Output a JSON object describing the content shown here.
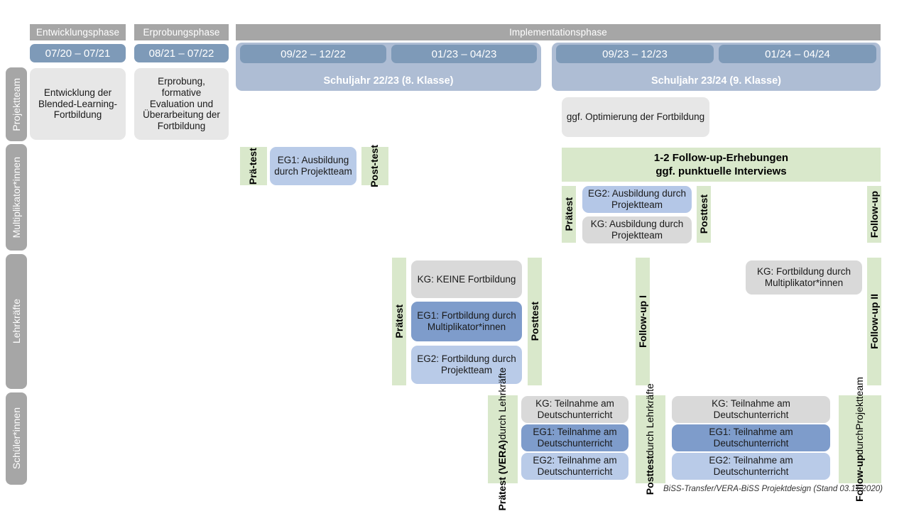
{
  "diagram": {
    "title": "BiSS-Transfer/VERA-BiSS Projektdesign",
    "footer": "BiSS-Transfer/VERA-BiSS Projektdesign (Stand 03.11.2020)",
    "colors": {
      "phase_grey": "#a6a6a6",
      "date_blue": "#7e9ab8",
      "schoolyear_blue": "#aebdd4",
      "green_band": "#d9e8cb",
      "box_grey": "#e7e7e7",
      "box_grey_dark": "#d9d9d9",
      "eg1_blue": "#7e9ccb",
      "eg2_blue": "#b4c7e7"
    }
  },
  "phases": [
    {
      "label": "Entwicklungsphase"
    },
    {
      "label": "Erprobungsphase"
    },
    {
      "label": "Implementationsphase"
    }
  ],
  "date_pills": [
    {
      "label": "07/20 – 07/21"
    },
    {
      "label": "08/21 – 07/22"
    },
    {
      "label": "09/22 – 12/22"
    },
    {
      "label": "01/23 – 04/23"
    },
    {
      "label": "09/23 – 12/23"
    },
    {
      "label": "01/24 – 04/24"
    }
  ],
  "school_years": [
    {
      "label": "Schuljahr 22/23 (8. Klasse)"
    },
    {
      "label": "Schuljahr 23/24 (9. Klasse)"
    }
  ],
  "row_labels": [
    {
      "label": "Projektteam"
    },
    {
      "label": "Multiplikator*innen"
    },
    {
      "label": "Lehrkräfte"
    },
    {
      "label": "Schüler*innen"
    }
  ],
  "rows": {
    "projektteam": {
      "boxes": [
        {
          "text": "Entwicklung der Blended-Learning-Fortbildung"
        },
        {
          "text": "Erprobung, formative Evaluation und Überarbeitung der Fortbildung"
        },
        {
          "text": "ggf. Optimierung der Fortbildung"
        }
      ]
    },
    "multiplikatorinnen": {
      "tests": [
        {
          "main": "Prä-",
          "sub": "test"
        },
        {
          "main": "Post-",
          "sub": "test"
        },
        {
          "main": "Prätest",
          "sub": ""
        },
        {
          "main": "Posttest",
          "sub": ""
        },
        {
          "main": "Follow-up",
          "sub": ""
        }
      ],
      "followup_banner": "1-2 Follow-up-Erhebungen\nggf. punktuelle Interviews",
      "followup_banner_line1": "1-2 Follow-up-Erhebungen",
      "followup_banner_line2": "ggf. punktuelle Interviews",
      "boxes": [
        {
          "text": "EG1: Ausbildung durch Projektteam"
        },
        {
          "text": "EG2: Ausbildung durch Projektteam"
        },
        {
          "text": "KG: Ausbildung durch Projektteam"
        }
      ]
    },
    "lehrkraefte": {
      "tests": [
        {
          "main": "Prätest",
          "sub": ""
        },
        {
          "main": "Posttest",
          "sub": ""
        },
        {
          "main": "Follow-up I",
          "sub": ""
        },
        {
          "main": "Follow-up II",
          "sub": ""
        }
      ],
      "boxes": [
        {
          "text": "KG:  KEINE Fortbildung"
        },
        {
          "text": "EG1: Fortbildung durch Multiplikator*innen"
        },
        {
          "text": "EG2: Fortbildung durch Projektteam"
        },
        {
          "text": "KG: Fortbildung durch Multiplikator*innen"
        }
      ]
    },
    "schuelerinnen": {
      "tests": [
        {
          "main": "Prätest (VERA)",
          "sub": "durch Lehrkräfte"
        },
        {
          "main": "Posttest",
          "sub": "durch Lehrkräfte"
        },
        {
          "main": "Follow-up",
          "sub": "durch\nProjektteam",
          "sub1": "durch",
          "sub2": "Projektteam"
        }
      ],
      "boxes_left": [
        {
          "text": "KG: Teilnahme am Deutschunterricht"
        },
        {
          "text": "EG1: Teilnahme am Deutschunterricht"
        },
        {
          "text": "EG2: Teilnahme am Deutschunterricht"
        }
      ],
      "boxes_right": [
        {
          "text": "KG: Teilnahme am Deutschunterricht"
        },
        {
          "text": "EG1: Teilnahme am Deutschunterricht"
        },
        {
          "text": "EG2: Teilnahme am Deutschunterricht"
        }
      ]
    }
  }
}
